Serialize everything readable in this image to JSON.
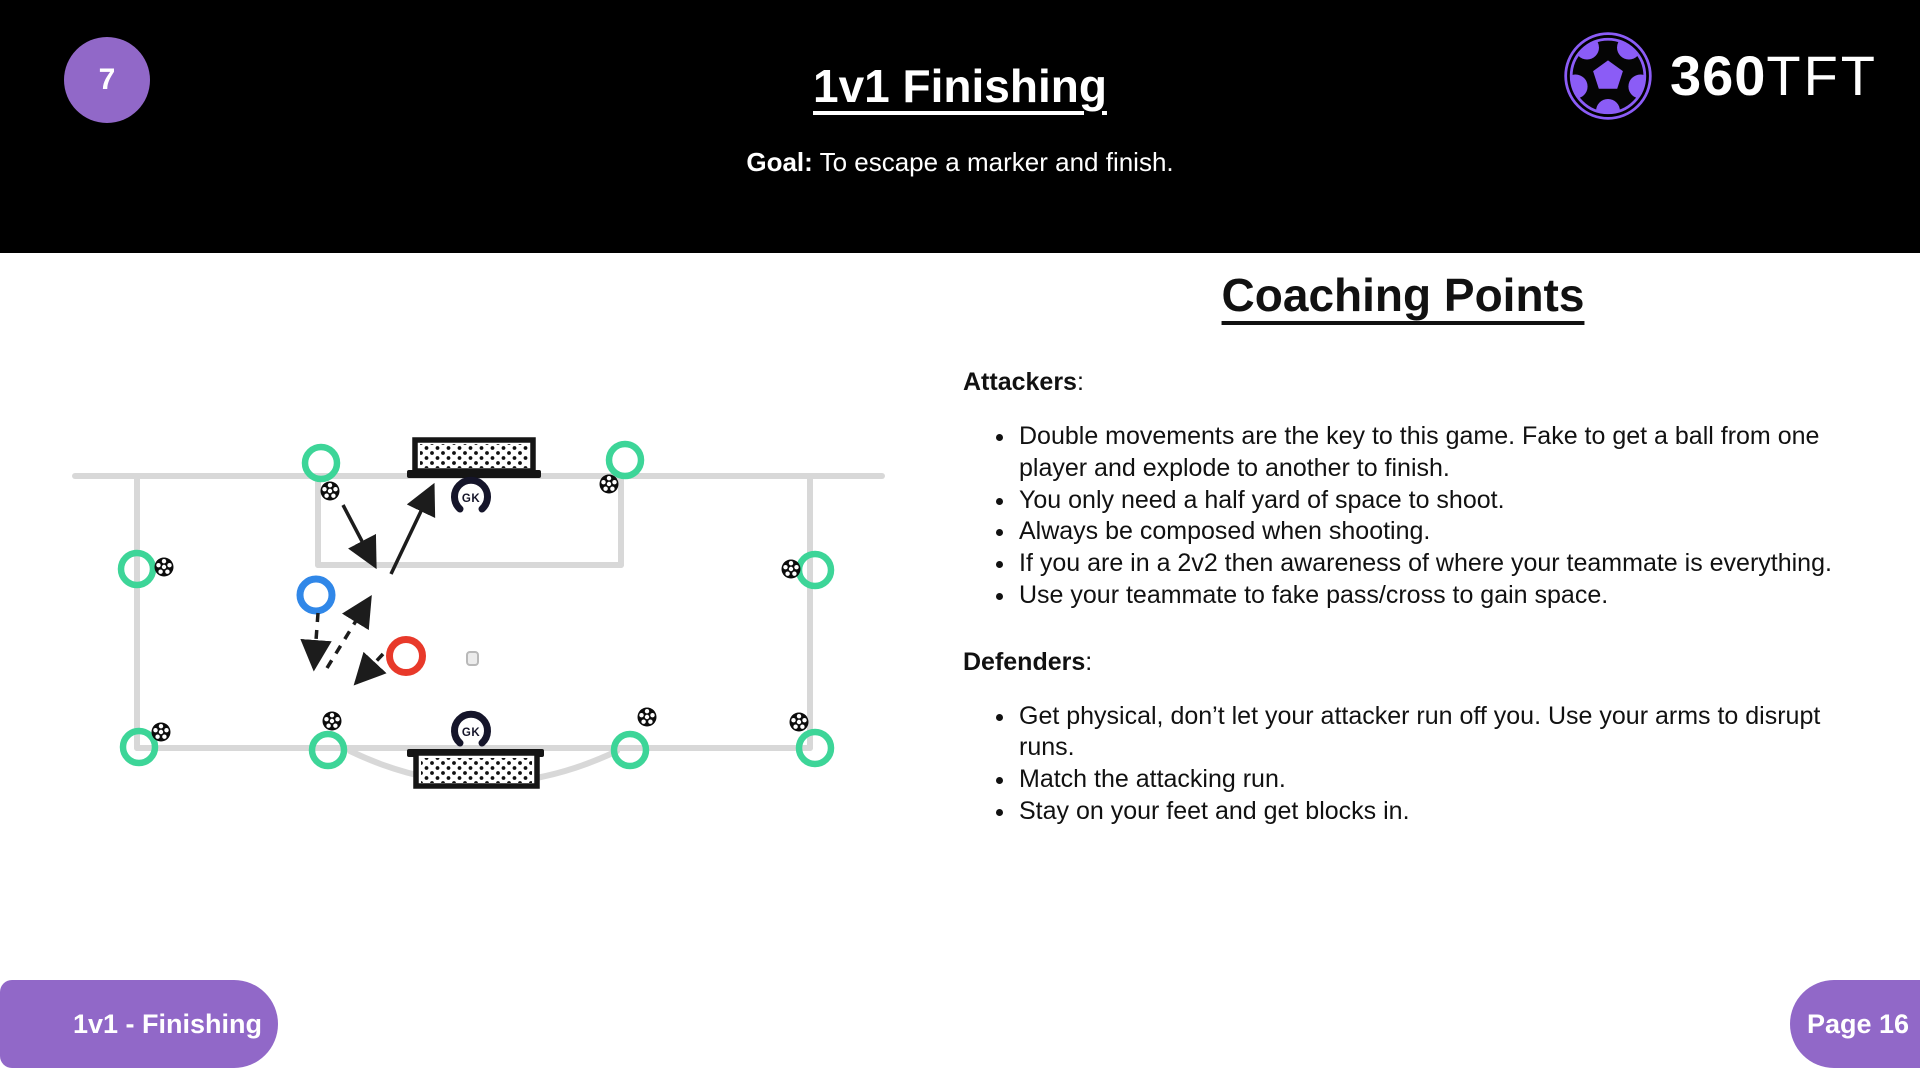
{
  "colors": {
    "purple": "#9168c8",
    "logo-purple": "#8b5cf6",
    "green": "#3dd598",
    "blue": "#3087e8",
    "red": "#e8392a",
    "line": "#d8d8d8",
    "ink": "#151515"
  },
  "header": {
    "badge": "7",
    "title": "1v1 Finishing",
    "goal_label": "Goal:",
    "goal_text": "To escape a marker and finish.",
    "logo_bold": "360",
    "logo_light": "TFT"
  },
  "diagram": {
    "gk_label": "GK"
  },
  "coaching": {
    "heading": "Coaching Points",
    "colon": ":",
    "attackers_label": "Attackers",
    "attackers_bullets": [
      "Double movements are the key to this game. Fake to get a ball from one player and explode to another to finish.",
      "You only need a half yard of space to shoot.",
      "Always be composed when shooting.",
      "If you are in a 2v2 then awareness of where your teammate is everything.",
      "Use your teammate to fake pass/cross to gain space."
    ],
    "defenders_label": "Defenders",
    "defenders_bullets": [
      "Get physical, don’t let your attacker run off you.  Use your arms to disrupt runs.",
      "Match the attacking run.",
      "Stay on your feet and get blocks in."
    ]
  },
  "footer": {
    "left_pill": "1v1 - Finishing",
    "right_pill": "Page 16"
  }
}
